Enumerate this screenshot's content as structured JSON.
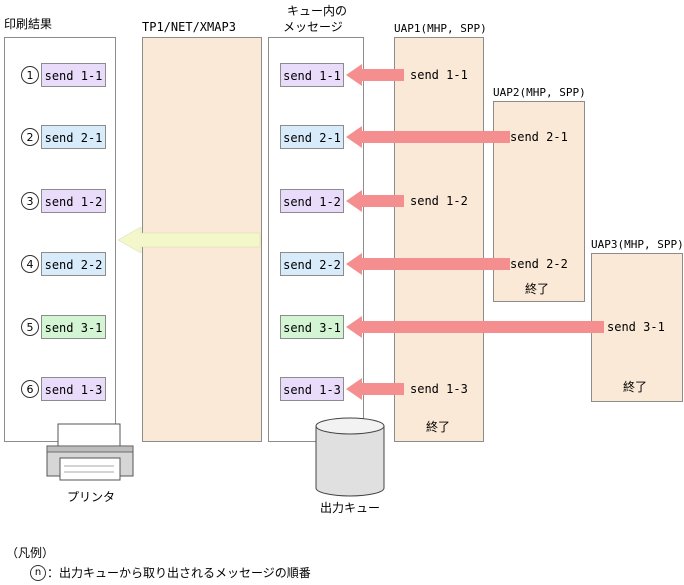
{
  "labels": {
    "print_result": "印刷結果",
    "tp1": "TP1/NET/XMAP3",
    "queue_line1": "キュー内の",
    "queue_line2": "メッセージ",
    "uap1": "UAP1(MHP, SPP)",
    "uap2": "UAP2(MHP, SPP)",
    "uap3": "UAP3(MHP, SPP)",
    "end": "終了",
    "printer": "プリンタ",
    "output_queue": "出力キュー",
    "legend_title": "（凡例）",
    "legend_symbol": "n",
    "legend_text": "：出力キューから取り出されるメッセージの順番"
  },
  "print_results": [
    {
      "order": "1",
      "text": "send 1-1",
      "color": "purple"
    },
    {
      "order": "2",
      "text": "send 2-1",
      "color": "blue"
    },
    {
      "order": "3",
      "text": "send 1-2",
      "color": "purple"
    },
    {
      "order": "4",
      "text": "send 2-2",
      "color": "blue"
    },
    {
      "order": "5",
      "text": "send 3-1",
      "color": "green"
    },
    {
      "order": "6",
      "text": "send 1-3",
      "color": "purple"
    }
  ],
  "queue_messages": [
    {
      "text": "send 1-1",
      "color": "purple"
    },
    {
      "text": "send 2-1",
      "color": "blue"
    },
    {
      "text": "send 1-2",
      "color": "purple"
    },
    {
      "text": "send 2-2",
      "color": "blue"
    },
    {
      "text": "send 3-1",
      "color": "green"
    },
    {
      "text": "send 1-3",
      "color": "purple"
    }
  ],
  "uap_sends": [
    {
      "text": "send 1-1",
      "source": "UAP1"
    },
    {
      "text": "send 2-1",
      "source": "UAP2"
    },
    {
      "text": "send 1-2",
      "source": "UAP1"
    },
    {
      "text": "send 2-2",
      "source": "UAP2"
    },
    {
      "text": "send 3-1",
      "source": "UAP3"
    },
    {
      "text": "send 1-3",
      "source": "UAP1"
    }
  ],
  "colors": {
    "peach": "#fbe9d7",
    "purple": "#e9dcfb",
    "blue": "#d8ebfa",
    "green": "#d4f5d4",
    "arrow_red": "#f58f8f",
    "arrow_yellow": "#f4f7c9"
  }
}
